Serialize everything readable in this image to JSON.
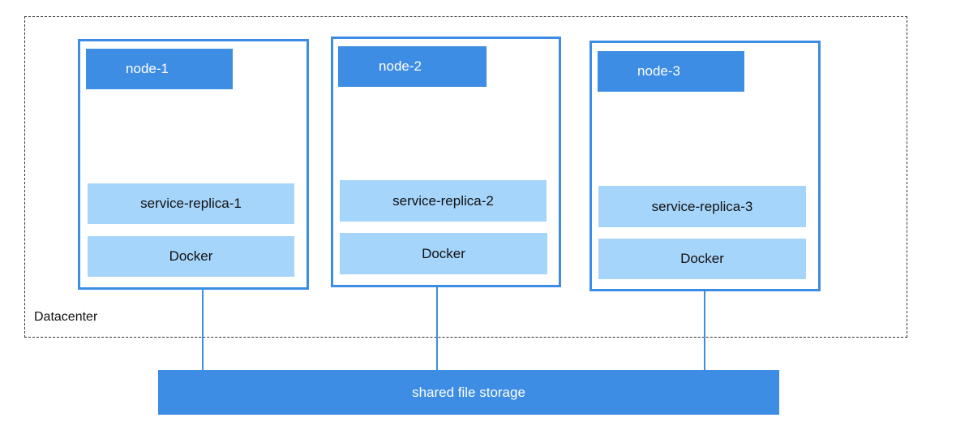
{
  "datacenter": {
    "label": "Datacenter"
  },
  "nodes": [
    {
      "name": "node-1",
      "service": "service-replica-1",
      "runtime": "Docker"
    },
    {
      "name": "node-2",
      "service": "service-replica-2",
      "runtime": "Docker"
    },
    {
      "name": "node-3",
      "service": "service-replica-3",
      "runtime": "Docker"
    }
  ],
  "storage": {
    "label": "shared file storage"
  },
  "colors": {
    "primary_blue": "#3d8de4",
    "light_blue": "#a6d5fb",
    "dashed_border": "#333333"
  }
}
